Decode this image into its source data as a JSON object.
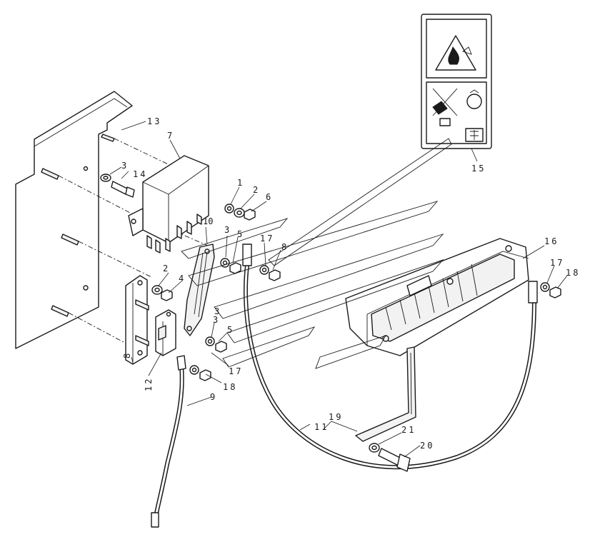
{
  "callouts": {
    "c1": "1",
    "c2a": "2",
    "c2b": "2",
    "c3a": "3",
    "c3b": "3",
    "c3c": "3",
    "c3d": "3",
    "c4": "4",
    "c5": "5",
    "c5b": "5",
    "c6": "6",
    "c7": "7",
    "c8a": "8",
    "c8b": "8",
    "c9": "9",
    "c10": "10",
    "c11": "11",
    "c12": "12",
    "c13": "13",
    "c14": "14",
    "c15": "15",
    "c16": "16",
    "c17a": "17",
    "c17b": "17",
    "c17c": "17",
    "c18a": "18",
    "c18b": "18",
    "c19": "19",
    "c20": "20",
    "c21": "21"
  },
  "decal": {
    "icons": [
      "fire-warning-icon",
      "no-jumpstart-icon",
      "manual-book-icon"
    ]
  }
}
